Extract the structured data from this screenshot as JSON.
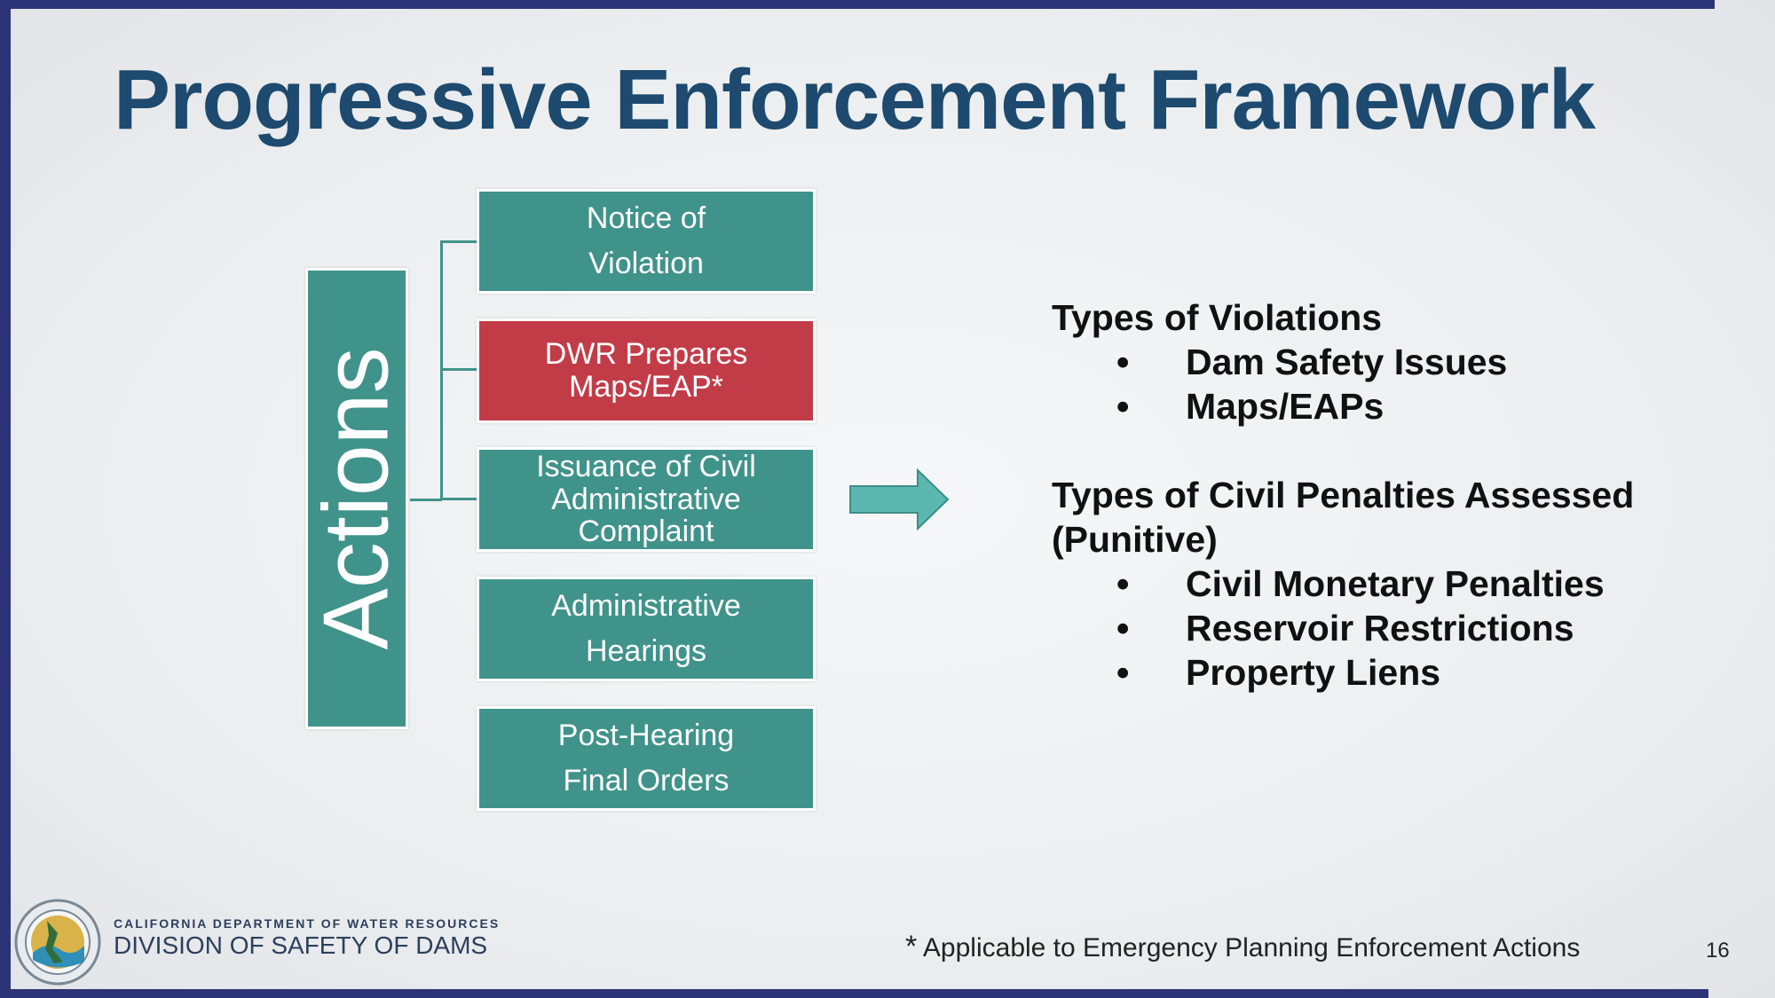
{
  "slide": {
    "title": "Progressive Enforcement Framework",
    "page_number": "16"
  },
  "diagram": {
    "group_label": "Actions",
    "boxes": [
      {
        "lines": [
          "Notice of",
          "Violation"
        ],
        "highlighted": false
      },
      {
        "lines": [
          "DWR Prepares",
          "Maps/EAP*"
        ],
        "highlighted": true
      },
      {
        "lines": [
          "Issuance of Civil",
          "Administrative",
          "Complaint"
        ],
        "highlighted": false
      },
      {
        "lines": [
          "Administrative",
          "Hearings"
        ],
        "highlighted": false
      },
      {
        "lines": [
          "Post-Hearing",
          "Final Orders"
        ],
        "highlighted": false
      }
    ],
    "colors": {
      "box": "#40938a",
      "highlight": "#c23c48",
      "arrow": "#5bb8b1"
    }
  },
  "right_panel": {
    "violations_heading": "Types of Violations",
    "violations": [
      "Dam Safety Issues",
      "Maps/EAPs"
    ],
    "penalties_heading_line1": "Types of Civil Penalties Assessed",
    "penalties_heading_line2": "(Punitive)",
    "penalties": [
      "Civil Monetary Penalties",
      "Reservoir Restrictions",
      "Property Liens"
    ],
    "bullet_symbol": "•"
  },
  "footer": {
    "org_small": "CALIFORNIA DEPARTMENT OF WATER RESOURCES",
    "org_large": "DIVISION OF SAFETY OF DAMS",
    "footnote_star": "*",
    "footnote_text": "Applicable to Emergency Planning Enforcement Actions",
    "logo_icon": "dwr-seal-icon"
  }
}
